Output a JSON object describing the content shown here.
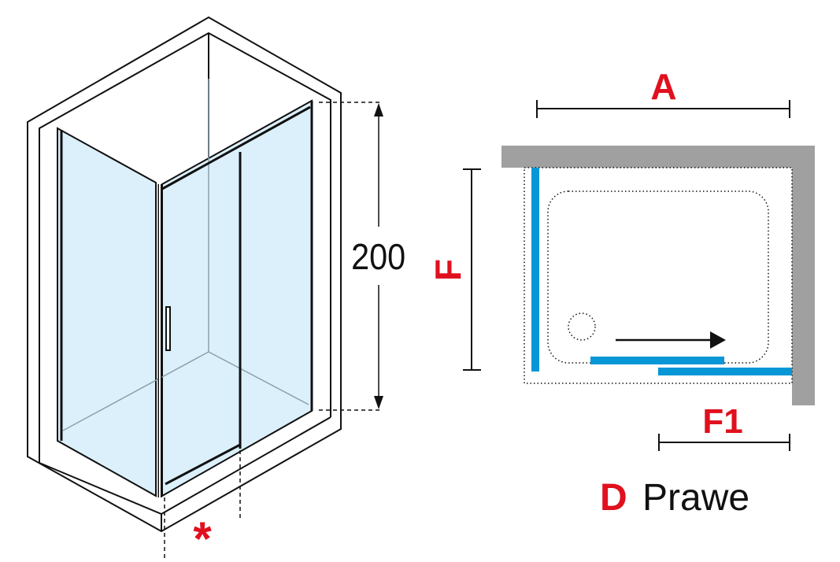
{
  "iso_view": {
    "height_label": "200",
    "note_marker": "*"
  },
  "plan_view": {
    "width_label": "A",
    "depth_label": "F",
    "opening_label": "F1",
    "variant_letter": "D",
    "variant_name": "Prawe"
  },
  "colors": {
    "glass": "#dcf0fb",
    "glass_edge": "#8aa0ad",
    "accent_red": "#e0101e",
    "wall_gray": "#a0a0a0",
    "panel_blue": "#0796d6"
  }
}
